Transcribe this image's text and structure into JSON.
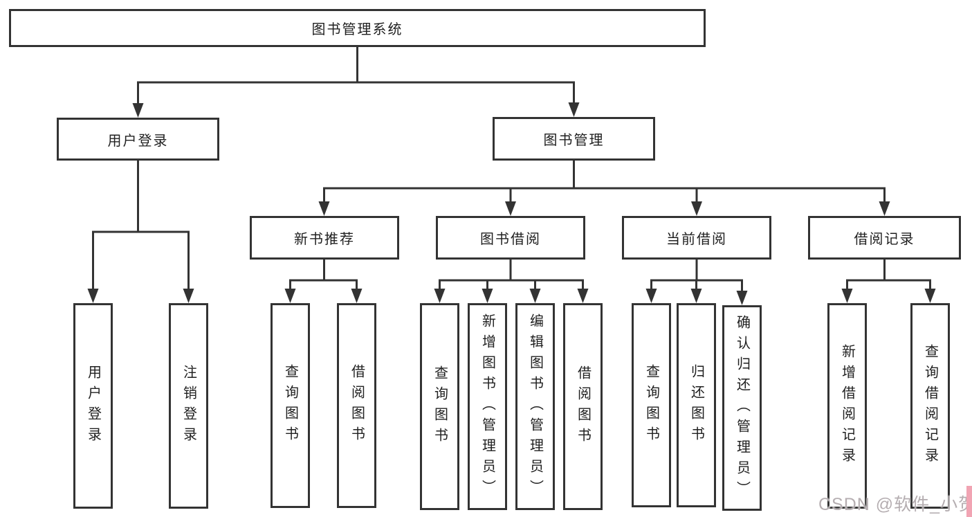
{
  "tree": {
    "root": {
      "label": "图书管理系统"
    },
    "branches": [
      {
        "label": "用户登录",
        "children": [
          {
            "label": "用户登录"
          },
          {
            "label": "注销登录"
          }
        ]
      },
      {
        "label": "图书管理",
        "children": [
          {
            "label": "新书推荐",
            "children": [
              {
                "label": "查询图书"
              },
              {
                "label": "借阅图书"
              }
            ]
          },
          {
            "label": "图书借阅",
            "children": [
              {
                "label": "查询图书"
              },
              {
                "label": "新增图书（管理员）"
              },
              {
                "label": "编辑图书（管理员）"
              },
              {
                "label": "借阅图书"
              }
            ]
          },
          {
            "label": "当前借阅",
            "children": [
              {
                "label": "查询图书"
              },
              {
                "label": "归还图书"
              },
              {
                "label": "确认归还（管理员）"
              }
            ]
          },
          {
            "label": "借阅记录",
            "children": [
              {
                "label": "新增借阅记录"
              },
              {
                "label": "查询借阅记录"
              }
            ]
          }
        ]
      }
    ]
  },
  "watermark": {
    "text": "CSDN @软件_小贺同学"
  },
  "colors": {
    "line": "#333333",
    "text": "#1f1f1f",
    "background": "#ffffff",
    "watermark_text": "#b5aeb1",
    "watermark_accent": "#f1a4b3"
  }
}
